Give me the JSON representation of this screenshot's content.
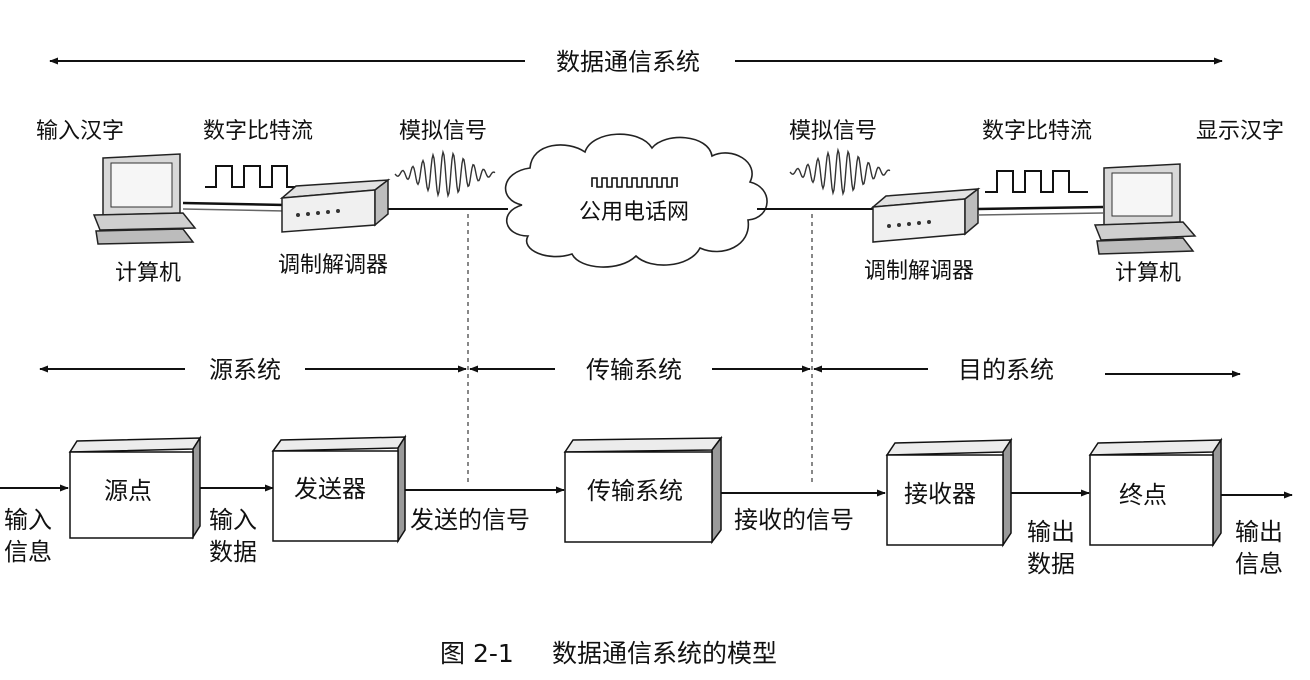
{
  "top": {
    "system_label": "数据通信系统",
    "left": {
      "input_label": "输入汉字",
      "bitstream_label": "数字比特流",
      "analog_label": "模拟信号",
      "computer_label": "计算机",
      "modem_label": "调制解调器"
    },
    "network_label": "公用电话网",
    "right": {
      "analog_label": "模拟信号",
      "bitstream_label": "数字比特流",
      "output_label": "显示汉字",
      "modem_label": "调制解调器",
      "computer_label": "计算机"
    }
  },
  "subsystems": {
    "source": "源系统",
    "transmission": "传输系统",
    "destination": "目的系统"
  },
  "blocks": {
    "source": "源点",
    "sender": "发送器",
    "transmission": "传输系统",
    "receiver": "接收器",
    "destination": "终点"
  },
  "flows": {
    "input_info": [
      "输入",
      "信息"
    ],
    "input_data": [
      "输入",
      "数据"
    ],
    "sent_signal": "发送的信号",
    "received_signal": "接收的信号",
    "output_data": [
      "输出",
      "数据"
    ],
    "output_info": [
      "输出",
      "信息"
    ]
  },
  "caption": {
    "number": "图 2-1",
    "title": "数据通信系统的模型"
  }
}
